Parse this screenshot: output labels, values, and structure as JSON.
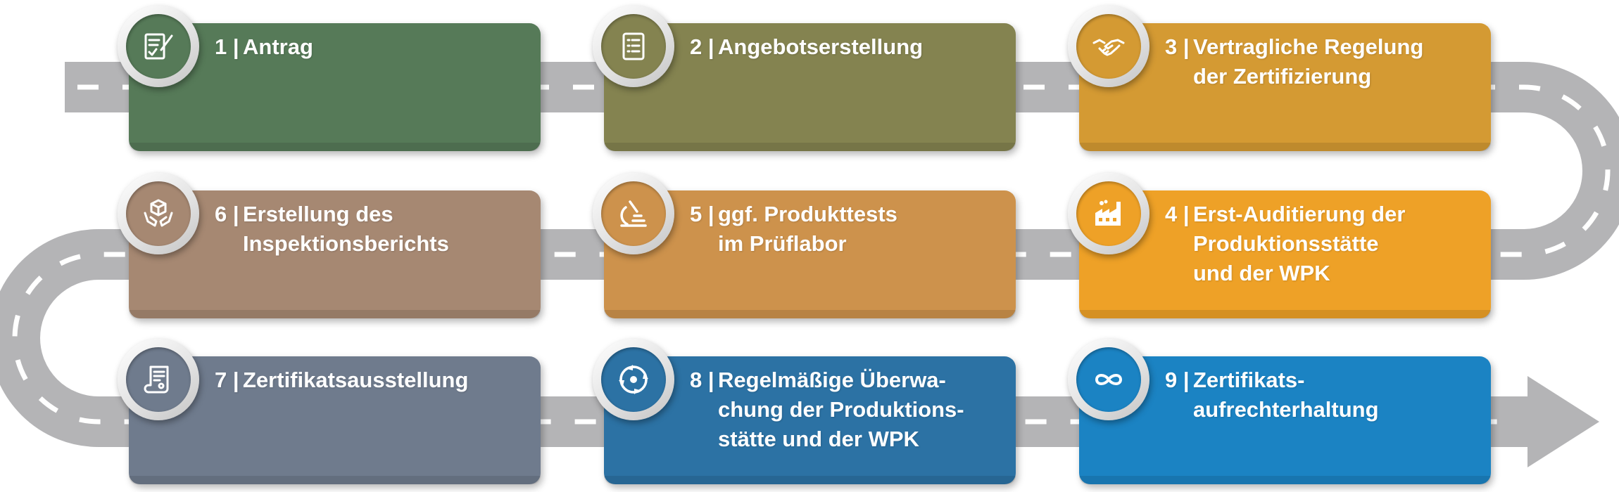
{
  "colors": {
    "road": "#b4b4b6",
    "road_dash": "#ffffff",
    "step_1": "#567a58",
    "step_2": "#848350",
    "step_3": "#d49a33",
    "step_4": "#eea127",
    "step_5": "#cd924c",
    "step_6": "#a68872",
    "step_7": "#6f7b8d",
    "step_8": "#2c72a4",
    "step_9": "#1b83c3"
  },
  "steps": [
    {
      "number": "1 |",
      "lines": [
        "Antrag"
      ],
      "icon": "document-edit-icon"
    },
    {
      "number": "2 |",
      "lines": [
        "Angebotserstellung"
      ],
      "icon": "list-document-icon"
    },
    {
      "number": "3 |",
      "lines": [
        "Vertragliche Regelung",
        "der Zertifizierung"
      ],
      "icon": "handshake-icon"
    },
    {
      "number": "4 |",
      "lines": [
        "Erst-Auditierung der",
        "Produktionsstätte",
        "und der WPK"
      ],
      "icon": "factory-icon"
    },
    {
      "number": "5 |",
      "lines": [
        "ggf. Produkttests",
        "im Prüflabor"
      ],
      "icon": "microscope-icon"
    },
    {
      "number": "6 |",
      "lines": [
        "Erstellung des",
        "Inspektionsberichts"
      ],
      "icon": "hands-box-icon"
    },
    {
      "number": "7 |",
      "lines": [
        "Zertifikatsausstellung"
      ],
      "icon": "certificate-scroll-icon"
    },
    {
      "number": "8 |",
      "lines": [
        "Regelmäßige Überwa-",
        "chung der Produktions-",
        "stätte und der WPK"
      ],
      "icon": "cycle-arrows-icon"
    },
    {
      "number": "9 |",
      "lines": [
        "Zertifikats-",
        "aufrechterhaltung"
      ],
      "icon": "infinity-icon"
    }
  ]
}
